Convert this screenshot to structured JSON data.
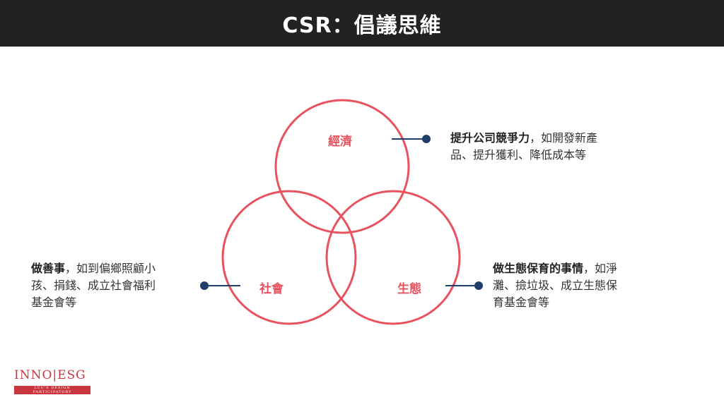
{
  "header": {
    "title": "CSR：倡議思維"
  },
  "colors": {
    "circle": "#e8525e",
    "connector": "#213d6a",
    "header_bg": "#222222"
  },
  "diagram": {
    "circles": [
      {
        "label": "經濟"
      },
      {
        "label": "社會"
      },
      {
        "label": "生態"
      }
    ],
    "annotations": {
      "economy": {
        "bold": "提升公司競爭力",
        "line1_rest": "，如開發新產",
        "line2": "品、提升獲利、降低成本等"
      },
      "society": {
        "bold": "做善事",
        "line1_rest": "，如到偏鄉照顧小",
        "line2": "孩、捐錢、成立社會福利",
        "line3": "基金會等"
      },
      "ecology": {
        "bold": "做生態保育的事情",
        "line1_rest": "，如淨",
        "line2": "灘、撿垃圾、成立生態保",
        "line3": "育基金會等"
      }
    }
  },
  "logo": {
    "main": "INNO|ESG",
    "sub": "LUU'S DESIGN PARTICIPATORY"
  }
}
